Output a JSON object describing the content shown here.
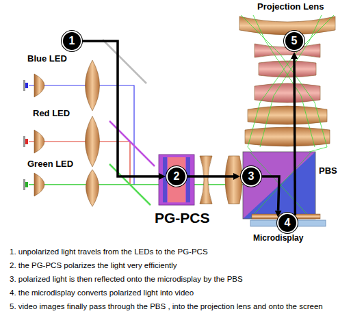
{
  "diagram": {
    "nodes": [
      {
        "text": [
          "1"
        ]
      },
      {
        "text": [
          "2"
        ]
      },
      {
        "text": [
          "3"
        ]
      },
      {
        "text": [
          "4"
        ]
      },
      {
        "text": [
          "5"
        ]
      }
    ],
    "edges": [
      {
        "from": 0,
        "to": 1,
        "arrow": "to"
      },
      {
        "from": 1,
        "to": 2,
        "arrow": "to"
      },
      {
        "from": 2,
        "to": 3,
        "arrow": "to"
      },
      {
        "from": 3,
        "to": 4,
        "arrow": "to"
      }
    ],
    "labels": [
      "Projection Lens",
      "Blue LED",
      "Red LED",
      "Green LED",
      "PG-PCS",
      "PBS",
      "Microdisplay",
      "1. unpolarized light travels from the LEDs to the PG-PCS",
      "2. the PG-PCS polarizes the light very efficiently",
      "3. polarized light is then reflected onto the microdisplay by the PBS",
      "4. the microdisplay converts polarized light into video",
      "5. video images finally pass through the PBS , into the projection lens and onto the screen"
    ]
  }
}
